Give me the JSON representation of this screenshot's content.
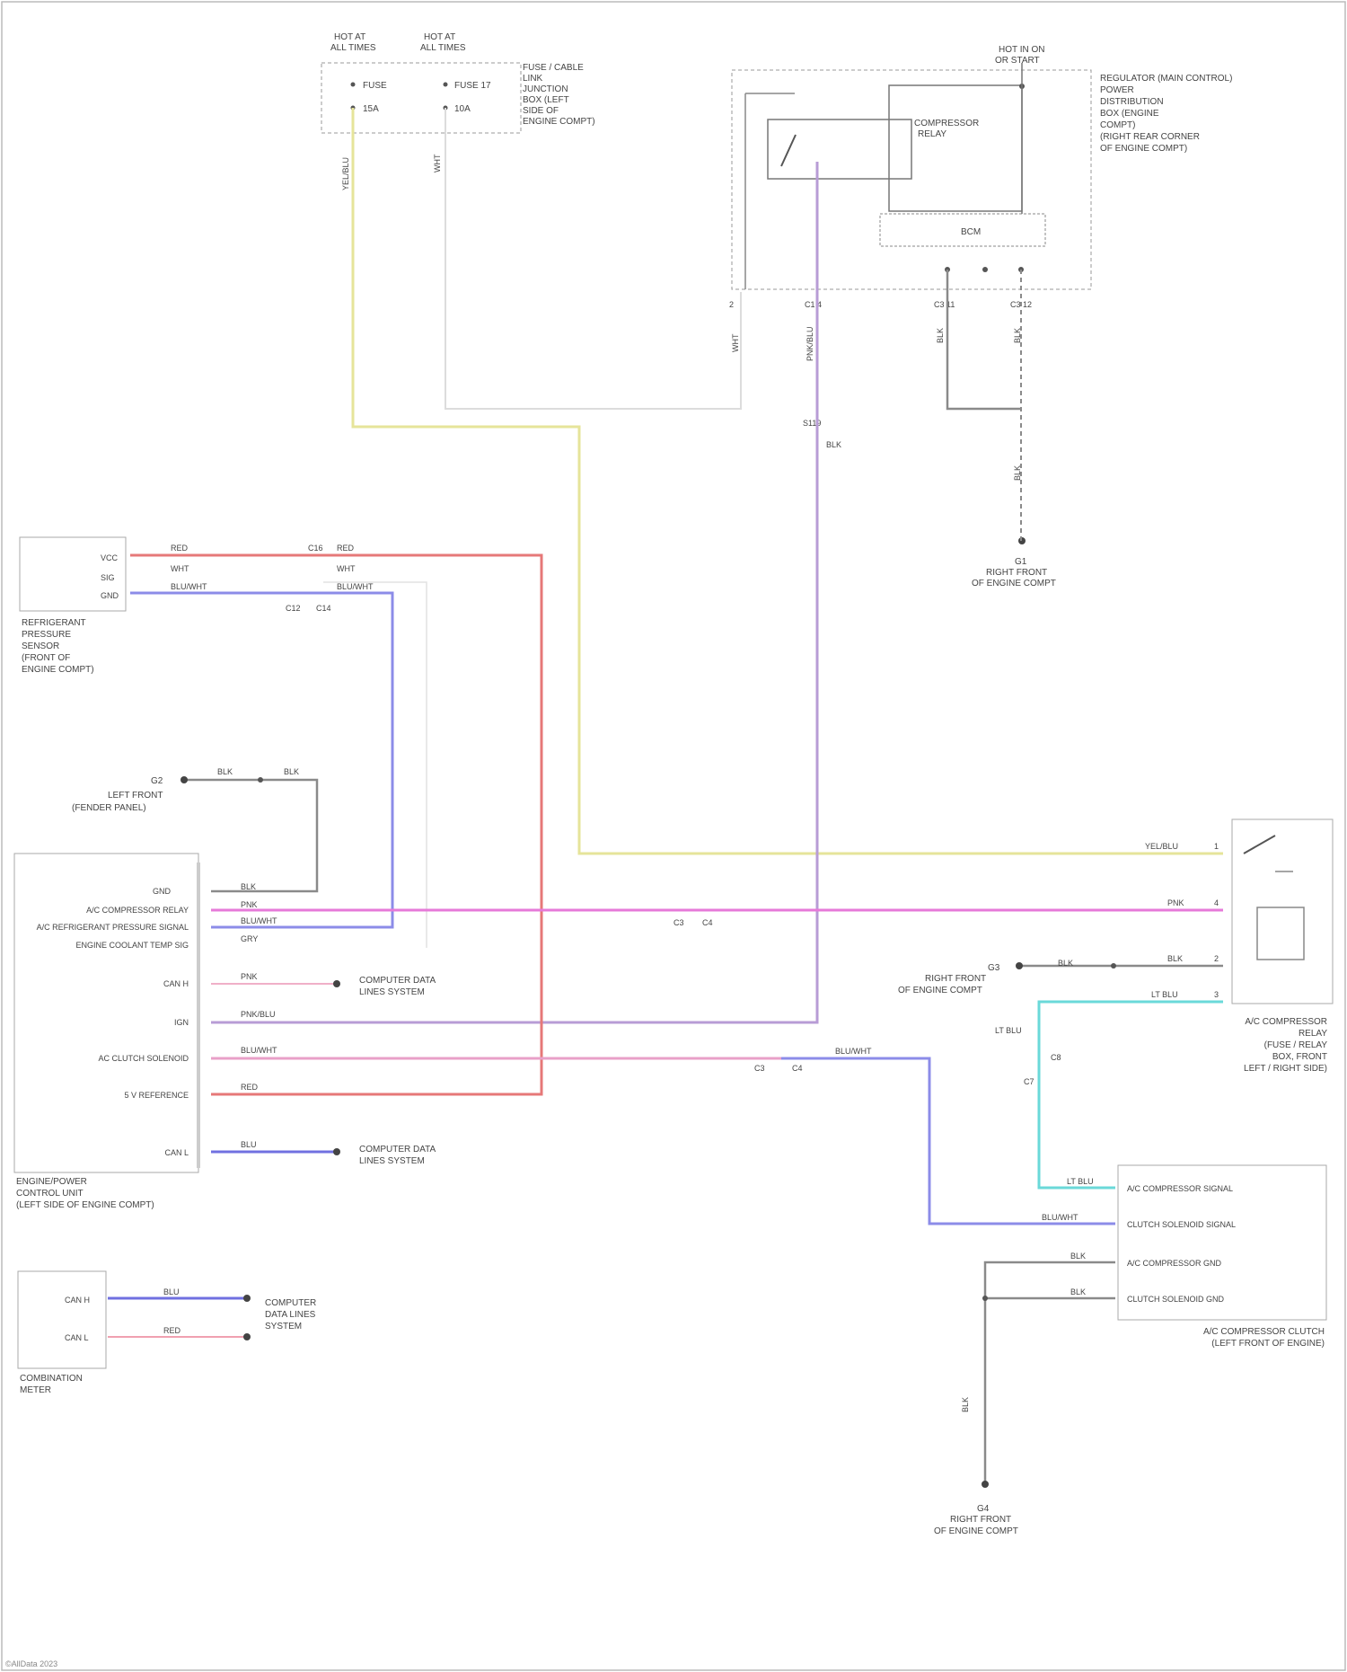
{
  "fuse_box": {
    "hot_a": [
      "HOT AT",
      "ALL TIMES"
    ],
    "hot_b": [
      "HOT AT",
      "ALL TIMES"
    ],
    "fuse1": "FUSE",
    "fuse2": "FUSE 17",
    "rating1": "15A",
    "rating2": "10A",
    "desc": [
      "FUSE / CABLE",
      "LINK",
      "JUNCTION",
      "BOX (LEFT",
      "SIDE OF",
      "ENGINE COMPT)"
    ],
    "wire1": "YEL/BLU",
    "wire2": "WHT"
  },
  "relay_box": {
    "hot_label": [
      "HOT IN ON",
      "OR START"
    ],
    "desc": [
      "REGULATOR (MAIN CONTROL)",
      "POWER",
      "DISTRIBUTION",
      "BOX (ENGINE",
      "COMPT)",
      "(RIGHT REAR CORNER",
      "OF ENGINE COMPT)"
    ],
    "relay_label": [
      "COMPRESSOR",
      "RELAY"
    ],
    "module": "BCM",
    "pin_left": "2",
    "pin_mid": "C1  4",
    "pin_r1": "C3  11",
    "pin_r2": "C3  12",
    "wire_left": "WHT",
    "wire_mid": "PNK/BLU",
    "wire_r1": "BLK",
    "wire_r2": "BLK",
    "wire_gnd": "BLK",
    "splice": [
      "S119",
      "BLK"
    ]
  },
  "ground_g1": {
    "id": "G1",
    "desc": [
      "RIGHT FRONT",
      "OF ENGINE COMPT"
    ]
  },
  "pressure_sensor": {
    "pins": [
      "VCC",
      "SIG",
      "GND"
    ],
    "desc": [
      "REFRIGERANT",
      "PRESSURE",
      "SENSOR",
      "(FRONT OF",
      "ENGINE COMPT)"
    ],
    "wires": [
      "RED",
      "WHT",
      "BLU/WHT"
    ],
    "conn": [
      "C12",
      "C14",
      "C16"
    ]
  },
  "ground_g2": {
    "id": "G2",
    "desc": [
      "LEFT FRONT",
      "(FENDER PANEL)"
    ],
    "wire1": "BLK",
    "wire2": "BLK"
  },
  "ecu": {
    "pins": [
      "GND",
      "A/C COMPRESSOR RELAY",
      "A/C REFRIGERANT PRESSURE SIGNAL",
      "ENGINE COOLANT TEMP SIG",
      "CAN H",
      "IGN",
      "AC CLUTCH SOLENOID",
      "5 V REFERENCE",
      "CAN L"
    ],
    "desc": [
      "ENGINE/POWER",
      "CONTROL UNIT",
      "(LEFT SIDE OF ENGINE COMPT)"
    ],
    "wires": [
      "BLK",
      "PNK",
      "BLU/WHT",
      "GRY",
      "PNK",
      "PNK/BLU",
      "BLU/WHT",
      "RED",
      "BLU"
    ],
    "can_dest": [
      "COMPUTER DATA",
      "LINES SYSTEM"
    ]
  },
  "comp_relay": {
    "desc": [
      "A/C COMPRESSOR",
      "RELAY",
      "(FUSE / RELAY",
      "BOX, FRONT",
      "LEFT / RIGHT SIDE)"
    ],
    "pins": [
      "1",
      "4",
      "2",
      "3"
    ],
    "wires": [
      "YEL/BLU",
      "PNK",
      "BLK",
      "LT BLU"
    ]
  },
  "ground_g3": {
    "id": "G3",
    "desc": [
      "RIGHT FRONT",
      "OF ENGINE COMPT"
    ],
    "wire1": "BLK",
    "wire2": "BLK"
  },
  "clutch": {
    "pins": [
      "A/C COMPRESSOR SIGNAL",
      "CLUTCH SOLENOID SIGNAL",
      "A/C COMPRESSOR GND",
      "CLUTCH SOLENOID GND"
    ],
    "desc": [
      "A/C COMPRESSOR CLUTCH",
      "(LEFT FRONT OF ENGINE)"
    ],
    "wires": [
      "LT BLU",
      "BLU/WHT",
      "BLK",
      "BLK"
    ],
    "splice_wire": "LT BLU",
    "conn": [
      "C8",
      "C7"
    ],
    "gnd_wire": "BLK"
  },
  "ground_g4": {
    "id": "G4",
    "desc": [
      "RIGHT FRONT",
      "OF ENGINE COMPT"
    ]
  },
  "data_link": {
    "pins": [
      "CAN H",
      "CAN L"
    ],
    "desc": [
      "COMBINATION",
      "METER"
    ],
    "wires": [
      "BLU",
      "RED"
    ],
    "dest": [
      "COMPUTER",
      "DATA LINES",
      "SYSTEM"
    ]
  },
  "inline": {
    "c1": [
      "C3",
      "C4"
    ],
    "blu_wht": "BLU/WHT"
  },
  "footer": "©AllData 2023",
  "colors": {
    "yellow": "#e6e49a",
    "red": "#e67878",
    "blue": "#8c8ce8",
    "violet": "#b89cd6",
    "magenta": "#e67ad8",
    "pink": "#e8a0c8",
    "cyan": "#6ad9d9",
    "gray": "#9a9a9a",
    "blk": "#7a7a7a"
  }
}
